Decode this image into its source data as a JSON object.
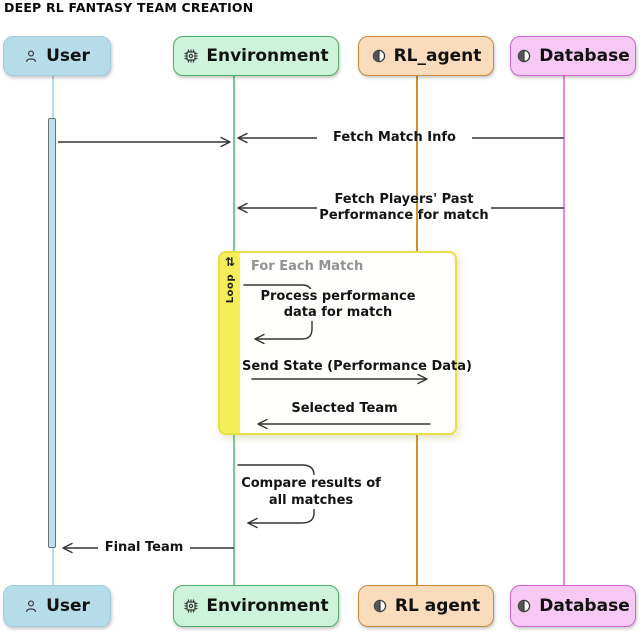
{
  "title": "DEEP RL FANTASY TEAM CREATION",
  "actors": {
    "top": [
      {
        "label": "User",
        "icon": "person-icon"
      },
      {
        "label": "Environment",
        "icon": "chip-icon"
      },
      {
        "label": "RL_agent",
        "icon": "brain-icon"
      },
      {
        "label": "Database",
        "icon": "brain-icon"
      }
    ],
    "bottom": [
      {
        "label": "User",
        "icon": "person-icon"
      },
      {
        "label": "Environment",
        "icon": "chip-icon"
      },
      {
        "label": "RL agent",
        "icon": "brain-icon"
      },
      {
        "label": "Database",
        "icon": "brain-icon"
      }
    ]
  },
  "loop": {
    "operator": "Loop",
    "icon": "⇅",
    "header": "For Each Match"
  },
  "messages": {
    "fetch_match_info": "Fetch Match Info",
    "fetch_players_line1": "Fetch Players' Past",
    "fetch_players_line2": "Performance for match",
    "process_line1": "Process performance",
    "process_line2": "data for match",
    "send_state": "Send State (Performance Data)",
    "selected_team": "Selected Team",
    "compare_line1": "Compare results of",
    "compare_line2": "all matches",
    "final_team": "Final Team"
  },
  "colors": {
    "user_fill": "#b6dbe9",
    "env_fill": "#cdf3da",
    "env_border": "#51ad67",
    "agent_fill": "#f8dcbb",
    "agent_border": "#c98a3c",
    "db_fill": "#f5c9f4",
    "db_border": "#ce65ce",
    "user_lifeline": "#b7dcec",
    "env_lifeline": "#77ca96",
    "agent_lifeline": "#d0922f",
    "db_lifeline": "#e98ae0",
    "loop_yellow": "#f4ee58",
    "loop_border": "#e7df45",
    "arrow": "#333333"
  }
}
